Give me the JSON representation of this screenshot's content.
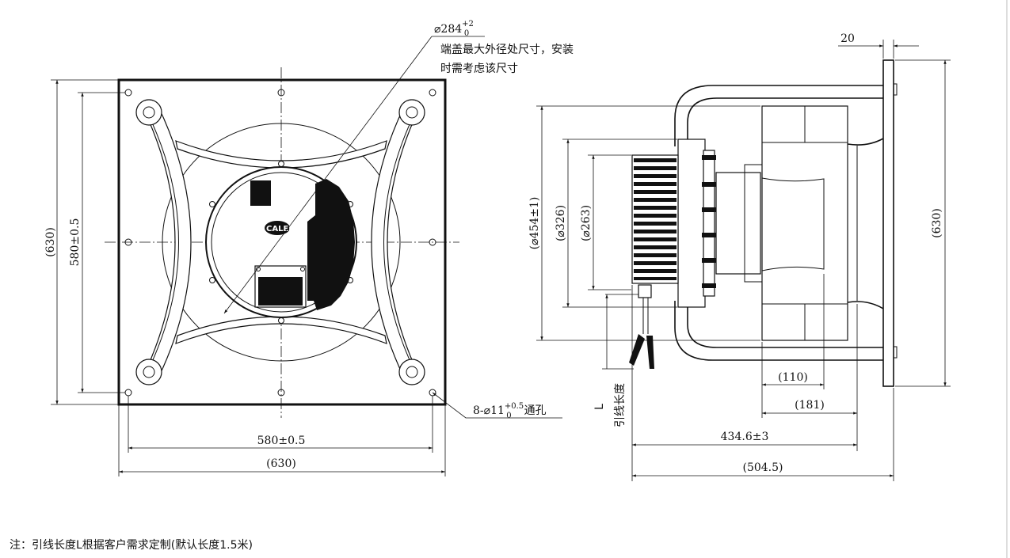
{
  "front_view": {
    "dim_width_inner": "580±0.5",
    "dim_width_outer": "(630)",
    "dim_height_inner": "580±0.5",
    "dim_height_outer": "(630)",
    "hole_callout_prefix": "8-⌀11",
    "hole_callout_tol_upper": "+0.5",
    "hole_callout_tol_lower": "0",
    "hole_callout_suffix": "通孔",
    "logo_text": "CALEL"
  },
  "top_callout": {
    "dim_base": "⌀284",
    "tol_upper": "+2",
    "tol_lower": "0",
    "line1": "端盖最大外径处尺寸，安装",
    "line2": "时需考虑该尺寸"
  },
  "side_view": {
    "dim_flange": "20",
    "dim_height": "(630)",
    "dim_d454": "(⌀454±1)",
    "dim_d326": "(⌀326)",
    "dim_d263": "(⌀263)",
    "dim_110": "(110)",
    "dim_181": "(181)",
    "dim_434": "434.6±3",
    "dim_504": "(504.5)",
    "lead_symbol": "L",
    "lead_label": "引线长度"
  },
  "footnote": "注：引线长度L根据客户需求定制(默认长度1.5米)"
}
